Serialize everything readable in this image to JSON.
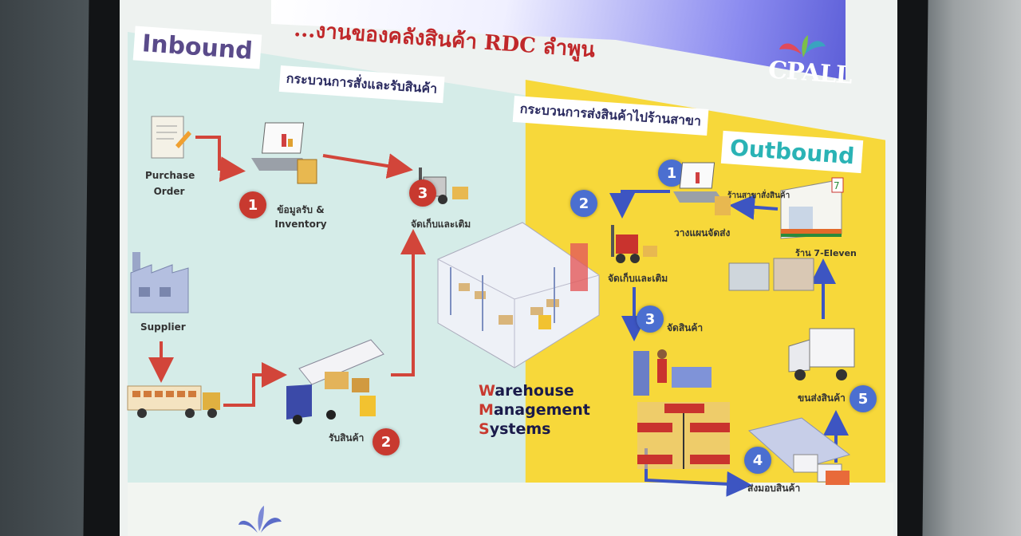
{
  "slide": {
    "title": "...งานของคลังสินค้า RDC ลำพูน",
    "logo_text": "CPALL",
    "inbound": {
      "heading": "Inbound",
      "subheading": "กระบวนการสั่งและรับสินค้า",
      "items": [
        {
          "label": "Purchase Order"
        },
        {
          "label": "Supplier"
        },
        {
          "step": "1",
          "label": "ข้อมูลรับ & Inventory"
        },
        {
          "step": "2",
          "label": "รับสินค้า"
        },
        {
          "step": "3",
          "label": "จัดเก็บและเติม"
        }
      ]
    },
    "wms": {
      "line1_cap": "W",
      "line1_rest": "arehouse",
      "line2_cap": "M",
      "line2_rest": "anagement",
      "line3_cap": "S",
      "line3_rest": "ystems"
    },
    "outbound": {
      "heading": "Outbound",
      "subheading": "กระบวนการส่งสินค้าไปร้านสาขา",
      "items": [
        {
          "step": "1",
          "label": "วางแผนจัดส่ง"
        },
        {
          "step": "2",
          "label": "จัดเก็บและเติม"
        },
        {
          "step": "3",
          "label": "จัดสินค้า"
        },
        {
          "step": "4",
          "label": "ส่งมอบสินค้า"
        },
        {
          "step": "5",
          "label": "ขนส่งสินค้า"
        },
        {
          "label": "ร้านสาขาสั่งสินค้า"
        },
        {
          "label": "ร้าน 7-Eleven"
        }
      ]
    },
    "colors": {
      "inbound_bg": "#d5ece8",
      "outbound_bg": "#f7d83a",
      "title_red": "#c0282a",
      "step_red": "#c8392f",
      "step_blue": "#4b6fd0"
    }
  }
}
